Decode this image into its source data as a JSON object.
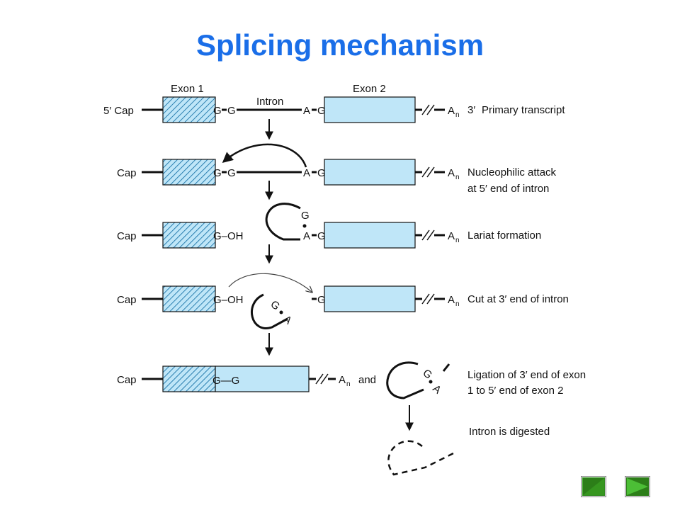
{
  "title": "Splicing mechanism",
  "colors": {
    "title": "#1a6ee8",
    "exon2_fill": "#bfe6f8",
    "exon1_hatch": "#3a97c8",
    "nav_green": "#3fa82a"
  },
  "headers": {
    "exon1": "Exon 1",
    "intron": "Intron",
    "exon2": "Exon 2"
  },
  "rows": {
    "r1": {
      "cap": "5′ Cap",
      "g1": "G",
      "g2": "G",
      "a": "A",
      "g3": "G",
      "an": "A",
      "n": "n",
      "three": "3′",
      "desc": "Primary transcript"
    },
    "r2": {
      "cap": "Cap",
      "g1": "G",
      "g2": "G",
      "a": "A",
      "g3": "G",
      "an": "A",
      "n": "n",
      "desc1": "Nucleophilic attack",
      "desc2": "at 5′ end of intron"
    },
    "r3": {
      "cap": "Cap",
      "goh": "G–OH",
      "lg": "G",
      "la": "A",
      "g3": "G",
      "an": "A",
      "n": "n",
      "desc": "Lariat formation"
    },
    "r4": {
      "cap": "Cap",
      "goh": "G–OH",
      "lg": "G",
      "la": "A",
      "g3": "G",
      "an": "A",
      "n": "n",
      "desc": "Cut at 3′ end of intron"
    },
    "r5": {
      "cap": "Cap",
      "gg": "G—G",
      "an": "A",
      "n": "n",
      "and": "and",
      "lg": "G",
      "la": "A",
      "desc1": "Ligation of 3′ end of exon",
      "desc2": "1 to 5′ end of exon 2"
    },
    "r6": {
      "desc": "Intron is digested"
    }
  },
  "nav": {
    "prev_icon": "arrow-left-icon",
    "next_icon": "arrow-right-icon"
  }
}
